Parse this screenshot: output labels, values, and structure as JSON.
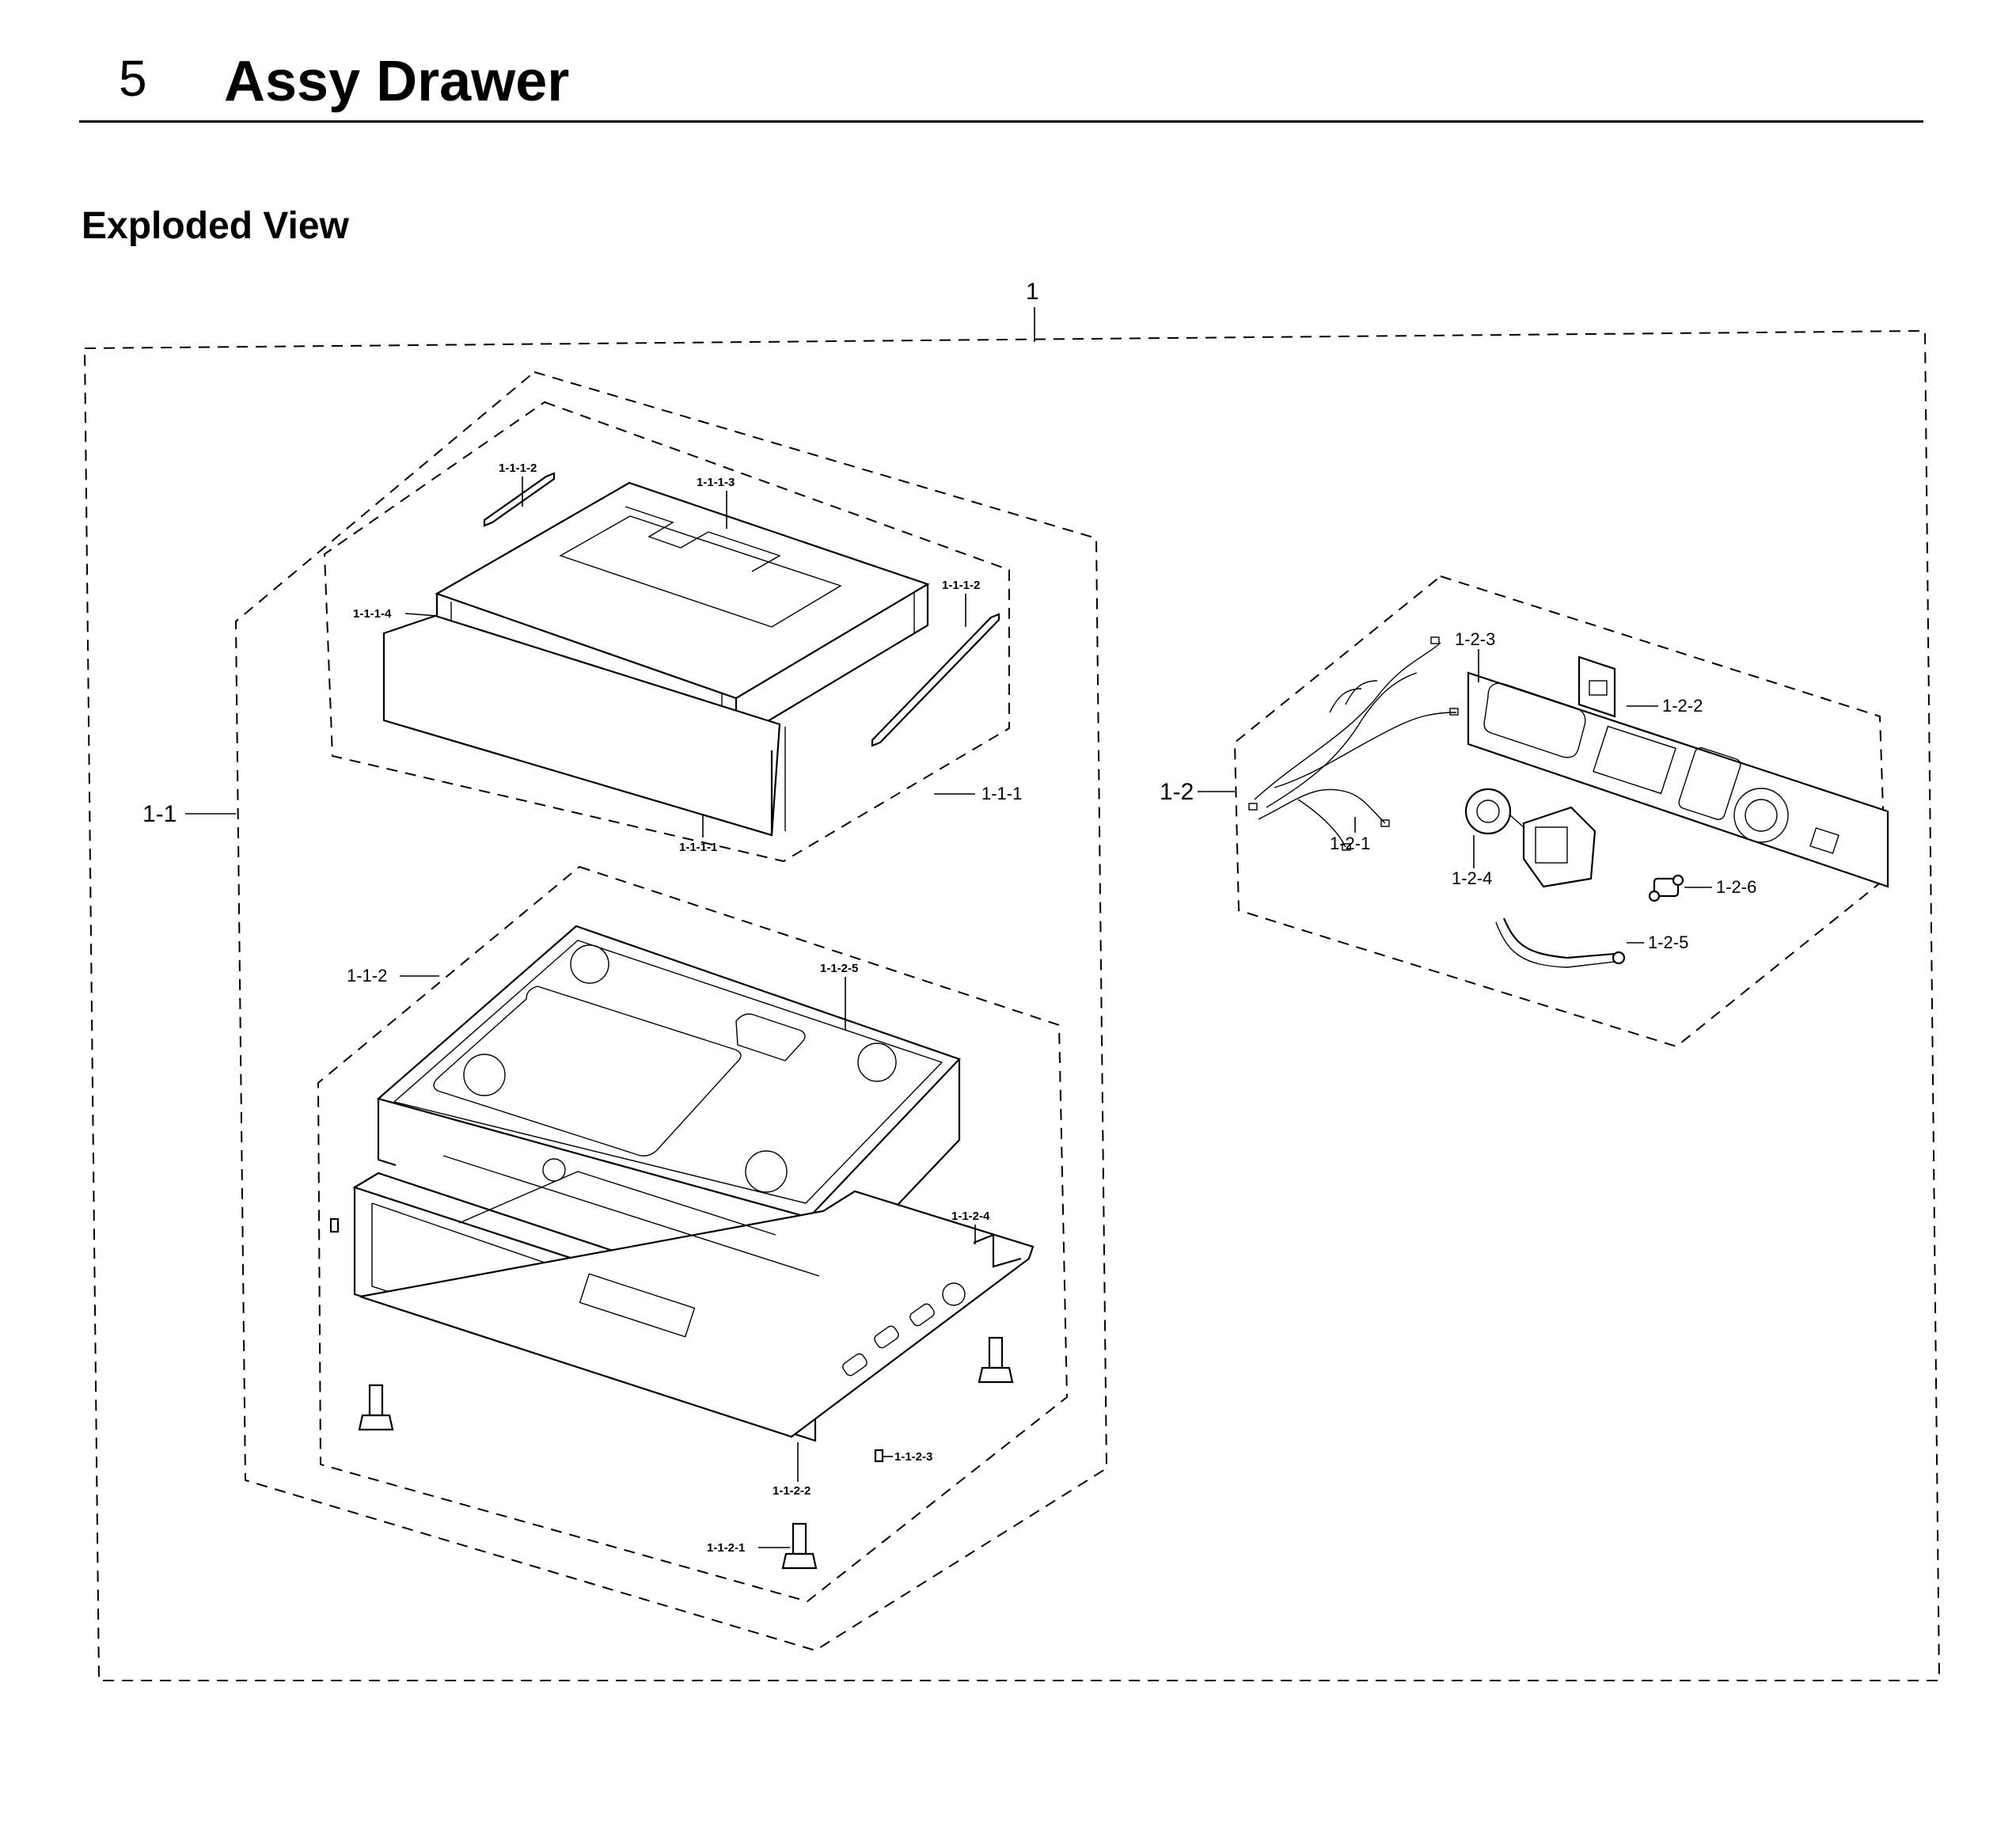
{
  "header": {
    "section_number": "5",
    "section_title": "Assy Drawer"
  },
  "subheading": "Exploded View",
  "labels": {
    "assy": "1",
    "l_1_1": "1-1",
    "l_1_1_1": "1-1-1",
    "l_1_1_1_1": "1-1-1-1",
    "l_1_1_1_2a": "1-1-1-2",
    "l_1_1_1_2b": "1-1-1-2",
    "l_1_1_1_3": "1-1-1-3",
    "l_1_1_1_4": "1-1-1-4",
    "l_1_1_2": "1-1-2",
    "l_1_1_2_1": "1-1-2-1",
    "l_1_1_2_2": "1-1-2-2",
    "l_1_1_2_3": "1-1-2-3",
    "l_1_1_2_4": "1-1-2-4",
    "l_1_1_2_5": "1-1-2-5",
    "l_1_2": "1-2",
    "l_1_2_1": "1-2-1",
    "l_1_2_2": "1-2-2",
    "l_1_2_3": "1-2-3",
    "l_1_2_4": "1-2-4",
    "l_1_2_5": "1-2-5",
    "l_1_2_6": "1-2-6"
  }
}
